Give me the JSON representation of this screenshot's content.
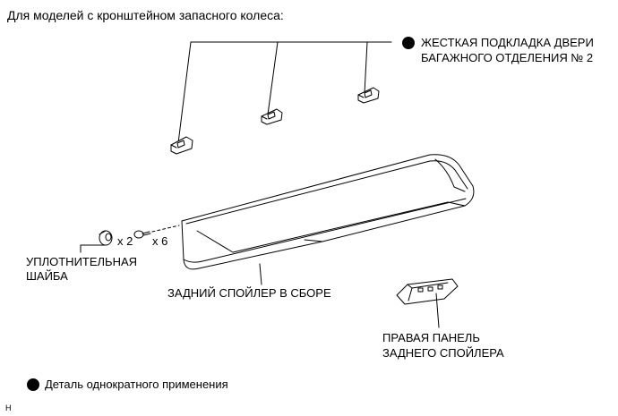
{
  "caption": "Для моделей с кронштейном запасного колеса:",
  "labels": {
    "door_pad_line1": "ЖЕСТКАЯ ПОДКЛАДКА ДВЕРИ",
    "door_pad_line2": "БАГАЖНОГО ОТДЕЛЕНИЯ № 2",
    "washer_line1": "УПЛОТНИТЕЛЬНАЯ",
    "washer_line2": "ШАЙБА",
    "washer_qty": "x 2",
    "bolt_qty": "x 6",
    "spoiler": "ЗАДНИЙ СПОЙЛЕР В СБОРЕ",
    "panel_line1": "ПРАВАЯ ПАНЕЛЬ",
    "panel_line2": "ЗАДНЕГО СПОЙЛЕРА"
  },
  "legend": {
    "non_reusable": "Деталь однократного применения"
  },
  "corner_mark": "H",
  "colors": {
    "ink": "#000000",
    "background": "#ffffff"
  }
}
